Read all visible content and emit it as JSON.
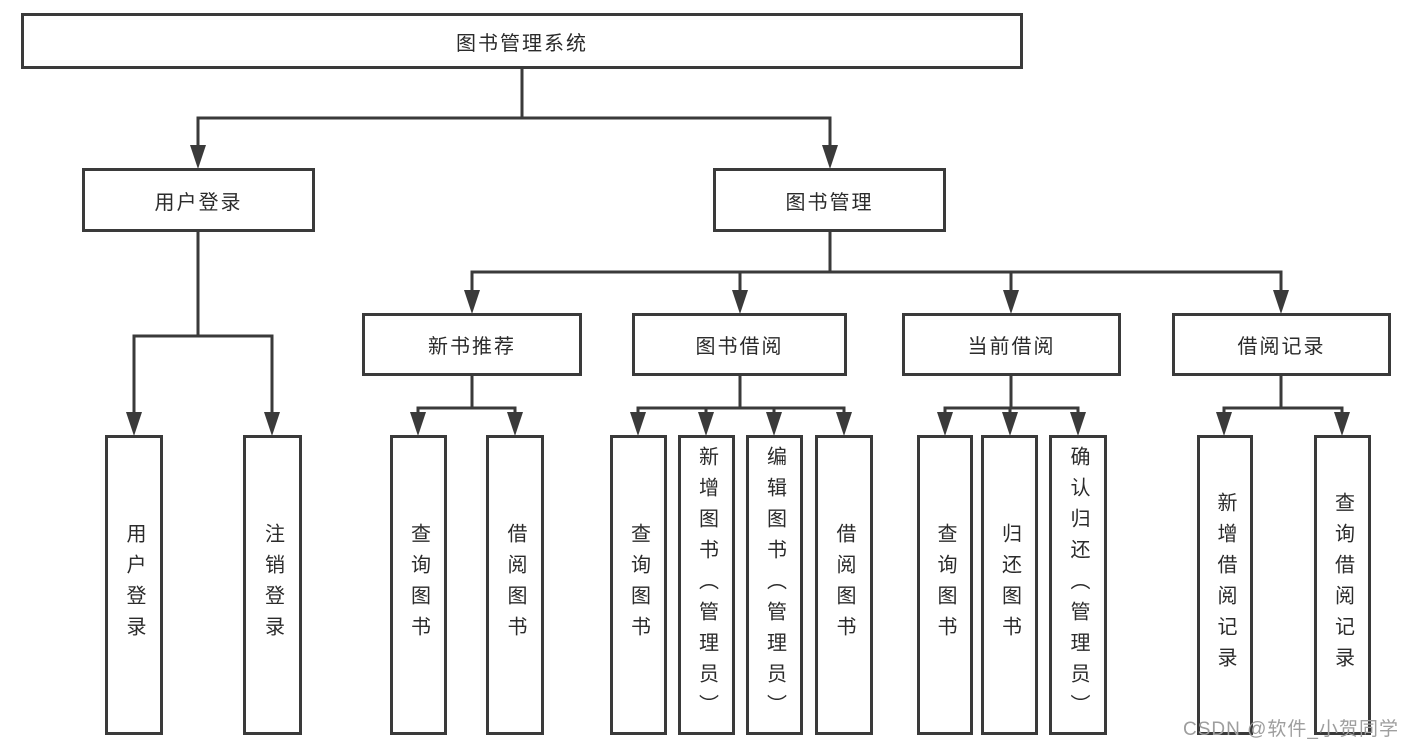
{
  "diagram": {
    "root_label": "图书管理系统",
    "branches": [
      {
        "label": "用户登录",
        "children": [
          {
            "label": "用户登录"
          },
          {
            "label": "注销登录"
          }
        ]
      },
      {
        "label": "图书管理",
        "children": [
          {
            "label": "新书推荐",
            "children": [
              {
                "label": "查询图书"
              },
              {
                "label": "借阅图书"
              }
            ]
          },
          {
            "label": "图书借阅",
            "children": [
              {
                "label": "查询图书"
              },
              {
                "label": "新增图书（管理员）"
              },
              {
                "label": "编辑图书（管理员）"
              },
              {
                "label": "借阅图书"
              }
            ]
          },
          {
            "label": "当前借阅",
            "children": [
              {
                "label": "查询图书"
              },
              {
                "label": "归还图书"
              },
              {
                "label": "确认归还（管理员）"
              }
            ]
          },
          {
            "label": "借阅记录",
            "children": [
              {
                "label": "新增借阅记录"
              },
              {
                "label": "查询借阅记录"
              }
            ]
          }
        ]
      }
    ]
  },
  "watermark": {
    "text": "CSDN @软件_小贺同学"
  },
  "colors": {
    "line": "#3a3a3a",
    "box_border": "#3a3a3a",
    "text": "#2b2b2b",
    "background": "#ffffff",
    "watermark": "#9e9e9e"
  }
}
